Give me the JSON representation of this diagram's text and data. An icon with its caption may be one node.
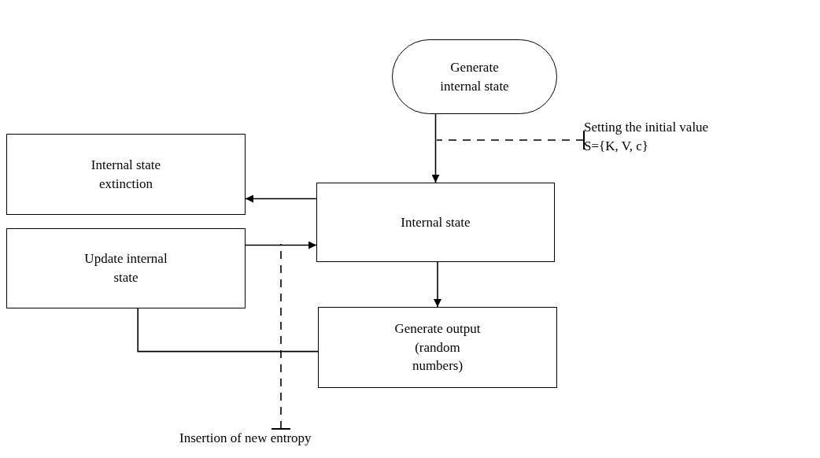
{
  "diagram": {
    "nodes": [
      {
        "text": [
          "Generate internal state"
        ]
      },
      {
        "text": [
          "Internal state extinction"
        ]
      },
      {
        "text": [
          "Internal state"
        ]
      },
      {
        "text": [
          "Update internal state"
        ]
      },
      {
        "text": [
          "Generate output (random numbers)"
        ]
      },
      {
        "text": [
          "Setting the initial value",
          "S={K, V, c}"
        ]
      },
      {
        "text": [
          "Insertion of new entropy"
        ]
      }
    ],
    "edges": [
      {
        "from": 0,
        "to": 2,
        "arrow": "to"
      },
      {
        "from": 2,
        "to": 1,
        "arrow": "to"
      },
      {
        "from": 3,
        "to": 2,
        "arrow": "to"
      },
      {
        "from": 2,
        "to": 4,
        "arrow": "to"
      },
      {
        "from": 3,
        "to": 4,
        "arrow": "none"
      },
      {
        "from": 5,
        "to": null,
        "arrow": "other",
        "style": "dashed"
      },
      {
        "from": 6,
        "to": null,
        "arrow": "other",
        "style": "dashed"
      }
    ]
  }
}
